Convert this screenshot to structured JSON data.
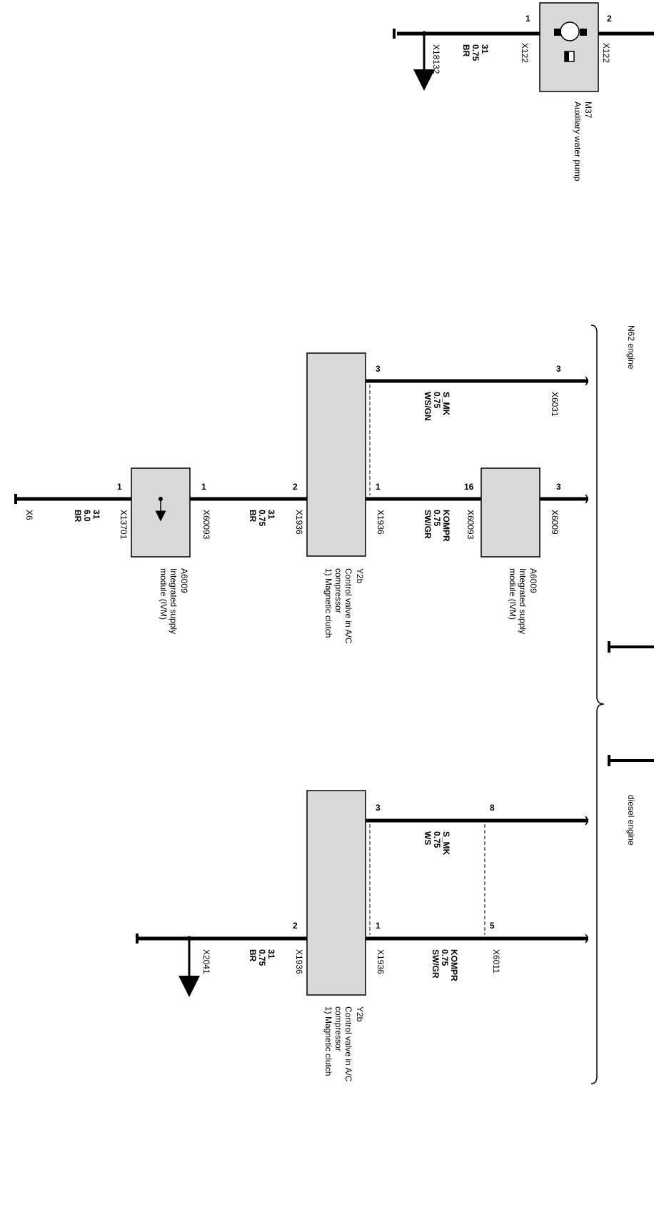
{
  "pump": {
    "pin_left": "1",
    "pin_right": "2",
    "conn_left": "X122",
    "conn_right": "X122",
    "id": "M37",
    "name": "Auxiliary water pump",
    "motor_symbol": "M",
    "wire_num": "31",
    "wire_size": "0.75",
    "wire_color": "BR",
    "ground_conn": "X18132"
  },
  "section_n62": {
    "label": "N62 engine"
  },
  "section_diesel": {
    "label": "diesel engine"
  },
  "n62": {
    "smk_pin_top": "3",
    "smk_conn": "X6031",
    "smk_pin_bottom": "3",
    "smk_signal": "S_MK",
    "smk_size": "0.75",
    "smk_color": "WS/GN",
    "ivm_top_pin": "3",
    "ivm_top_conn": "X6009",
    "ivm_top_pin_in": "16",
    "ivm_top_conn_in": "X60093",
    "ivm_top_id": "A6009",
    "ivm_top_name_1": "Integrated supply",
    "ivm_top_name_2": "module (IVM)",
    "kompr_signal": "KOMPR",
    "kompr_size": "0.75",
    "kompr_color": "SW/GR",
    "valve_pin1": "1",
    "valve_conn1": "X1936",
    "valve_pin2": "2",
    "valve_conn2": "X1936",
    "valve_id": "Y2b",
    "valve_name_1": "Control valve in A/C",
    "valve_name_2": "compressor",
    "valve_name_3": "1) Magnetic clutch",
    "gnd_wire_num": "31",
    "gnd_wire_size": "0.75",
    "gnd_wire_color": "BR",
    "ivm_bot_pin_in": "1",
    "ivm_bot_conn_in": "X60093",
    "ivm_bot_pin_out": "1",
    "ivm_bot_conn_out": "X13701",
    "ivm_bot_id": "A6009",
    "ivm_bot_name_1": "Integrated supply",
    "ivm_bot_name_2": "module (IVM)",
    "gnd2_wire_num": "31",
    "gnd2_wire_size": "6.0",
    "gnd2_wire_color": "BR",
    "gnd2_conn": "X6"
  },
  "diesel": {
    "smk_pin_top": "8",
    "smk_pin_bottom": "3",
    "smk_signal": "S_MK",
    "smk_size": "0.75",
    "smk_color": "WS",
    "kompr_pin_top": "5",
    "kompr_conn": "X6011",
    "kompr_signal": "KOMPR",
    "kompr_size": "0.75",
    "kompr_color": "SW/GR",
    "valve_pin1": "1",
    "valve_conn1": "X1936",
    "valve_pin2": "2",
    "valve_conn2": "X1936",
    "valve_id": "Y2b",
    "valve_name_1": "Control valve in A/C",
    "valve_name_2": "compressor",
    "valve_name_3": "1) Magnetic clutch",
    "gnd_wire_num": "31",
    "gnd_wire_size": "0.75",
    "gnd_wire_color": "BR",
    "gnd_conn": "X2041"
  }
}
